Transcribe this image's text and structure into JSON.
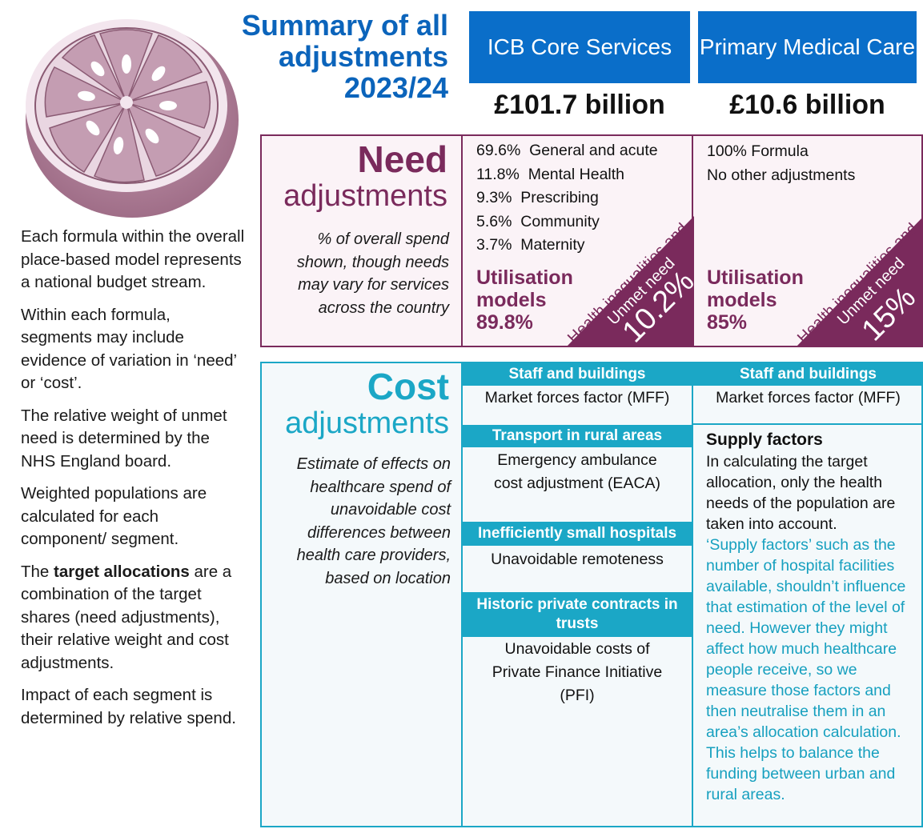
{
  "title": "Summary of all adjustments 2023/24",
  "columns": [
    {
      "header": "ICB Core Services",
      "amount": "£101.7 billion"
    },
    {
      "header": "Primary Medical Care",
      "amount": "£10.6 billion"
    }
  ],
  "left_text": {
    "p1": "Each formula within the overall place-based model represents a national budget stream.",
    "p2": "Within each formula, segments may include evidence of variation in ‘need’ or ‘cost’.",
    "p3": "The relative weight of unmet need is determined by the NHS England board.",
    "p4": "Weighted populations are calculated for each component/ segment.",
    "p5_pre": "The ",
    "p5_bold": "target allocations",
    "p5_post": " are a combination of the target shares (need adjustments), their relative weight and cost adjustments.",
    "p6": "Impact of each segment is determined by relative spend."
  },
  "need": {
    "title": "Need",
    "subtitle": "adjustments",
    "description": "% of overall spend shown, though needs may vary for services across the country",
    "icb_items": [
      {
        "pct": "69.6%",
        "label": "General and acute"
      },
      {
        "pct": "11.8%",
        "label": "Mental Health"
      },
      {
        "pct": "9.3%",
        "label": "Prescribing"
      },
      {
        "pct": "5.6%",
        "label": "Community"
      },
      {
        "pct": "3.7%",
        "label": "Maternity"
      }
    ],
    "pmc_items": [
      "100% Formula",
      "No other adjustments"
    ],
    "icb_util": {
      "line1": "Utilisation",
      "line2": "models",
      "line3": "89.8%"
    },
    "pmc_util": {
      "line1": "Utilisation",
      "line2": "models",
      "line3": "85%"
    },
    "icb_unmet": {
      "line1": "Health inequalities and",
      "line2": "Unmet need",
      "pct": "10.2%"
    },
    "pmc_unmet": {
      "line1": "Health inequalities and",
      "line2": "Unmet need",
      "pct": "15%"
    }
  },
  "cost": {
    "title": "Cost",
    "subtitle": "adjustments",
    "description": "Estimate of effects on healthcare spend of unavoidable cost differences between health care providers, based on location",
    "icb": [
      {
        "header": "Staff and buildings",
        "body": "Market forces factor (MFF)"
      },
      {
        "header": "Transport in rural areas",
        "body": "Emergency ambulance cost adjustment (EACA)"
      },
      {
        "header": "Inefficiently small hospitals",
        "body": "Unavoidable remoteness"
      },
      {
        "header": "Historic private contracts in trusts",
        "body": "Unavoidable costs of Private Finance Initiative (PFI)"
      }
    ],
    "pmc": {
      "header": "Staff and buildings",
      "body": "Market forces factor (MFF)",
      "supply_heading": "Supply factors",
      "supply_black": "In calculating the target allocation, only the health needs of the population are taken into account.",
      "supply_blue": "‘Supply factors’ such as the number of hospital facilities available, shouldn’t influence that estimation of the level of need. However they might affect how much healthcare people receive, so we measure those factors and then neutralise them in an area’s allocation calculation. This helps to balance the funding between urban and rural areas."
    }
  },
  "colors": {
    "title_blue": "#0b64bb",
    "header_blue": "#0a6ec9",
    "need_purple": "#7a2a5c",
    "cost_teal": "#1ba7c6"
  },
  "icons": {
    "illustration": "grapefruit-slice-icon"
  }
}
